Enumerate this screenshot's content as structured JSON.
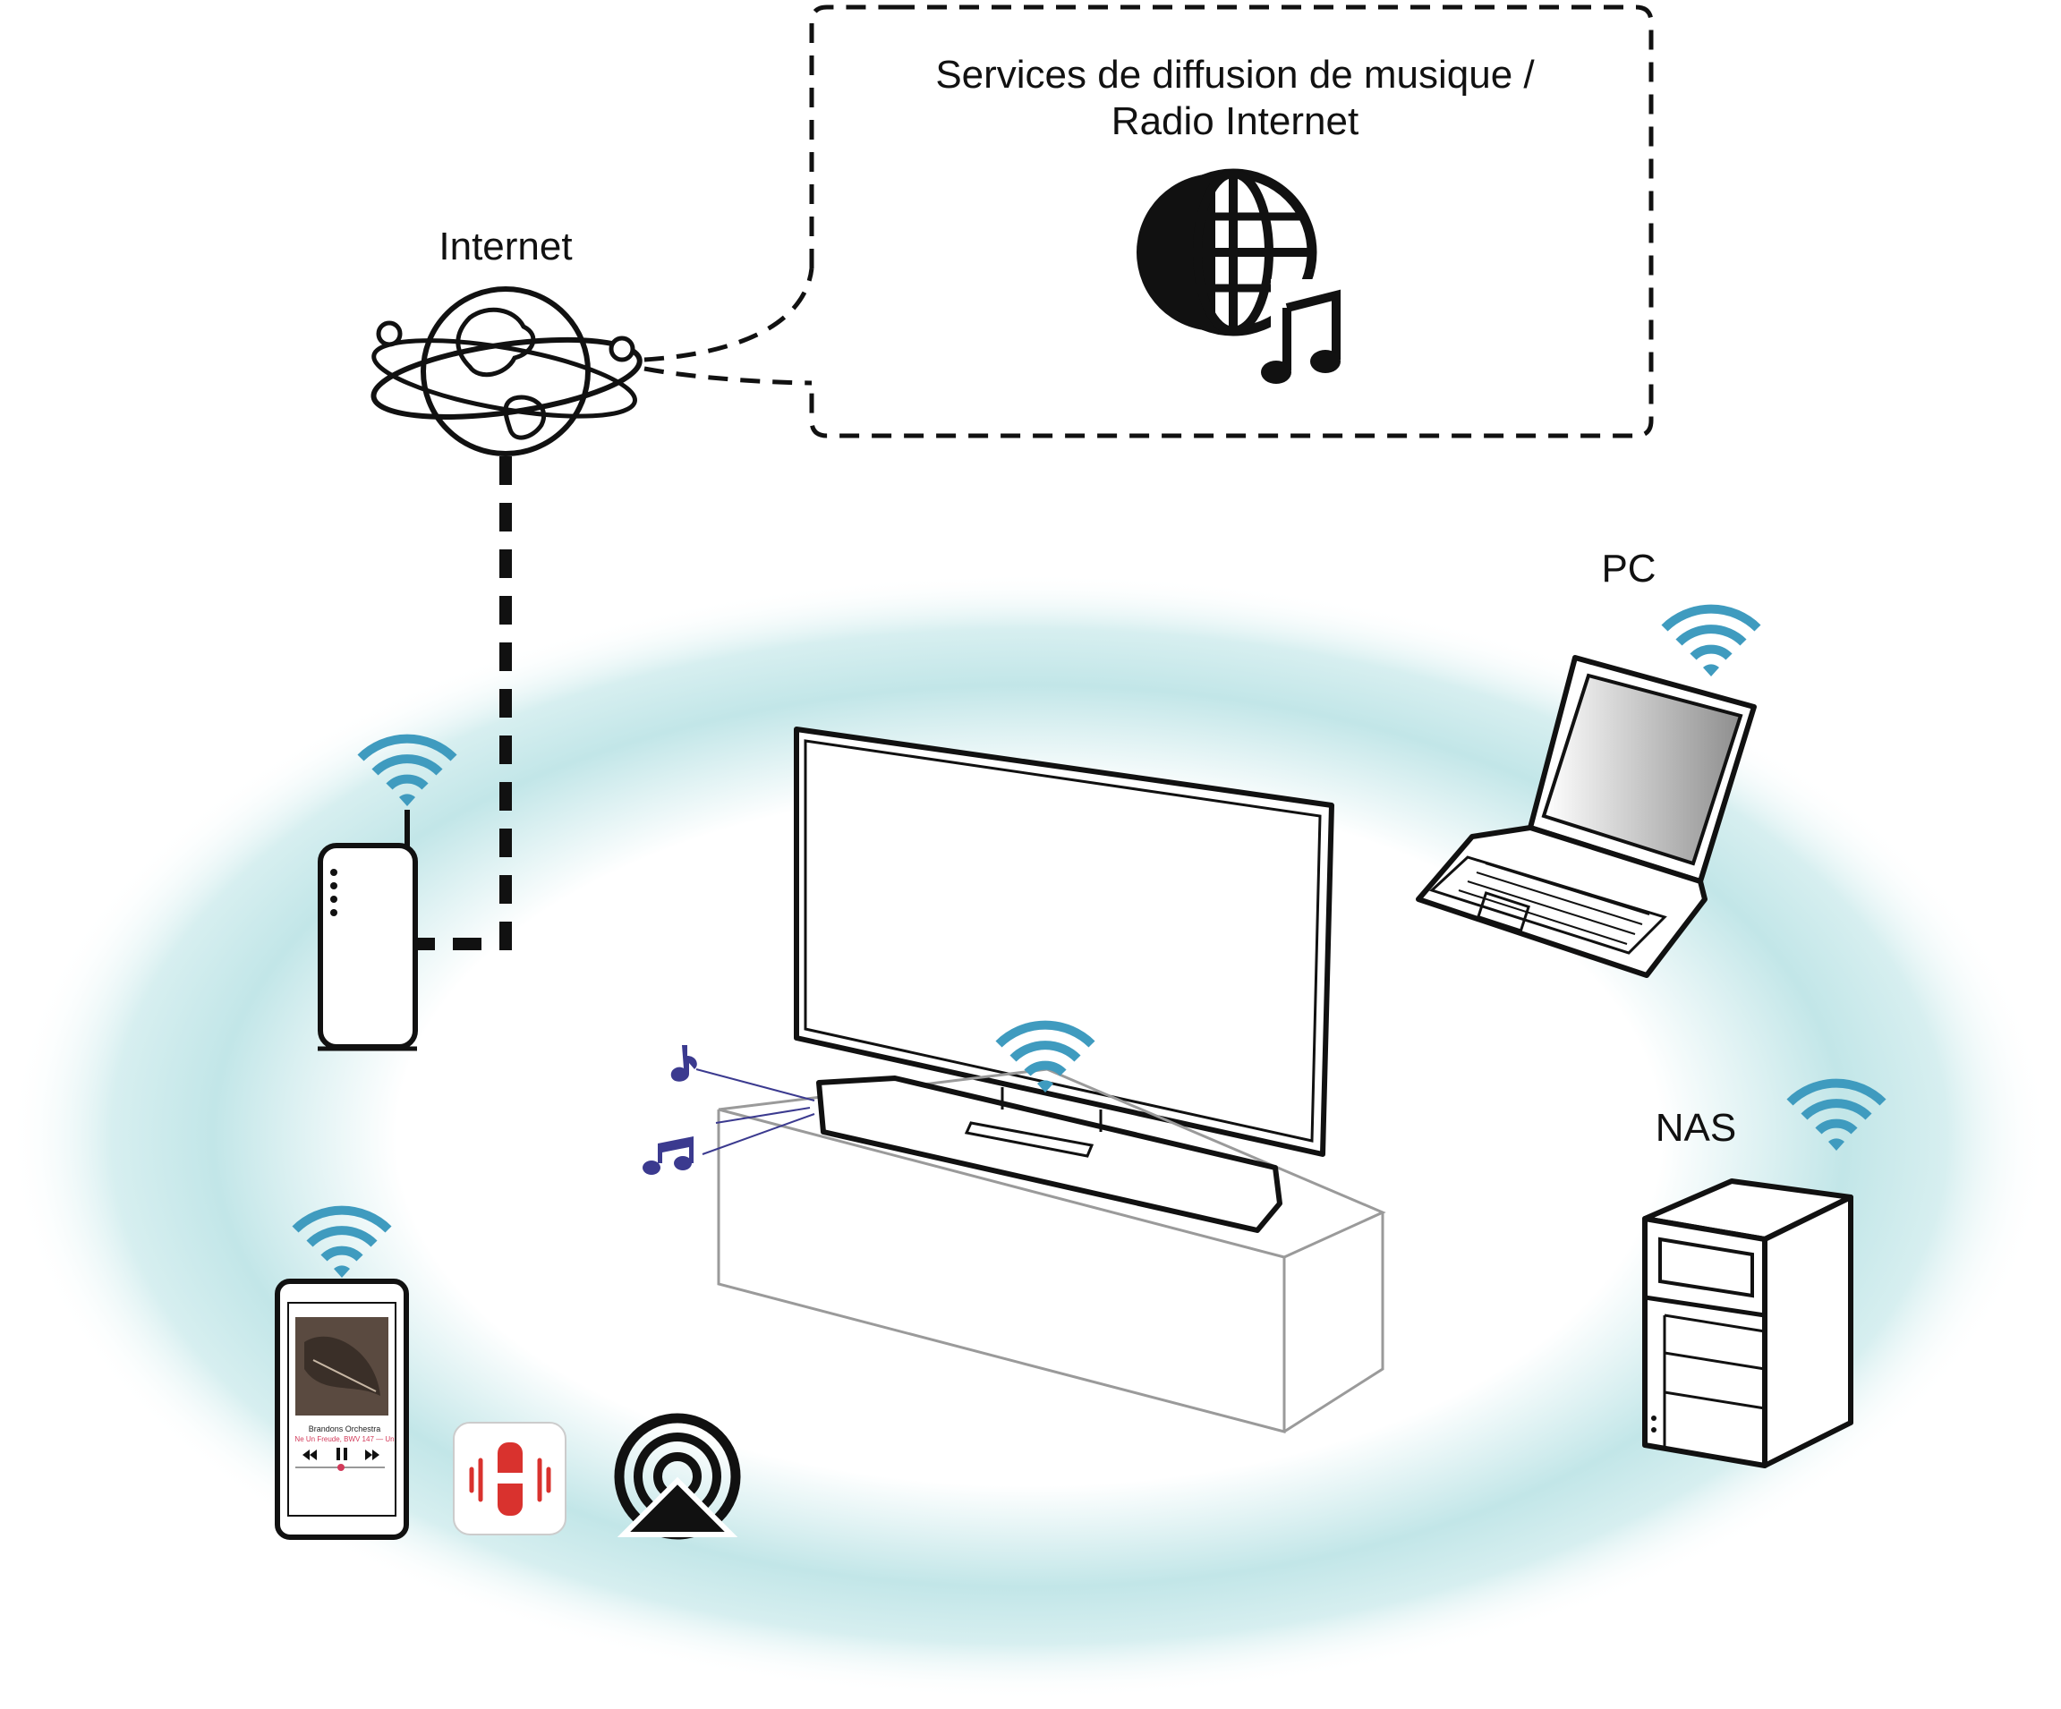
{
  "labels": {
    "services_line1": "Services de diffusion de musique /",
    "services_line2": "Radio Internet",
    "internet": "Internet",
    "pc": "PC",
    "nas": "NAS"
  },
  "phone_screen": {
    "track_title": "Brandons Orchestra",
    "track_artist": "Ne Un Freude, BWV 147 — Un"
  },
  "icons": [
    "globe-orbit-icon",
    "globe-music-icon",
    "wifi-icon",
    "router-icon",
    "tv-icon",
    "soundbar-icon",
    "laptop-icon",
    "nas-server-icon",
    "smartphone-icon",
    "heos-app-icon",
    "airplay-icon",
    "music-note-icon"
  ],
  "colors": {
    "wifi": "#3f9bbf",
    "halo": "#bfe5e7",
    "notes": "#3b3a8f",
    "heos_red": "#d9322e",
    "line": "#111111"
  }
}
